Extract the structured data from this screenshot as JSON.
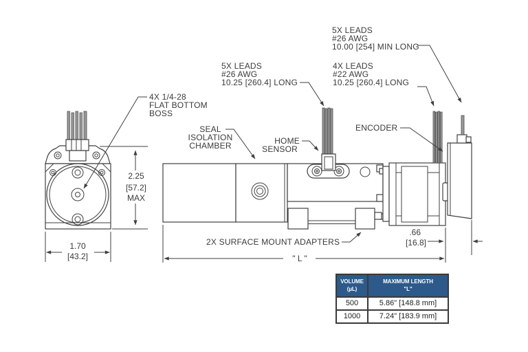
{
  "colors": {
    "line": "#3f3f3f",
    "lead_gray": "#9a9a9a",
    "table_header_bg": "#2d5a8a",
    "table_header_text": "#ffffff"
  },
  "labels": {
    "boss": [
      "4X 1/4-28",
      "FLAT BOTTOM",
      "BOSS"
    ],
    "seal_chamber": [
      "SEAL",
      "ISOLATION",
      "CHAMBER"
    ],
    "home_sensor": [
      "HOME",
      "SENSOR"
    ],
    "encoder": "ENCODER",
    "leads_seal": [
      "5X LEADS",
      "#26 AWG",
      "10.25 [260.4] LONG"
    ],
    "leads_motor": [
      "4X LEADS",
      "#22 AWG",
      "10.25 [260.4] LONG"
    ],
    "leads_encoder_top": [
      "5X LEADS",
      "#26 AWG",
      "10.00 [254] MIN LONG"
    ],
    "adapters": "2X SURFACE MOUNT ADAPTERS"
  },
  "dimensions": {
    "height": [
      "2.25",
      "[57.2]",
      "MAX"
    ],
    "width": [
      "1.70",
      "[43.2]"
    ],
    "encoder_depth": [
      ".66",
      "[16.8]"
    ],
    "overall_length": "\" L \""
  },
  "table": {
    "header": {
      "volume": [
        "VOLUME",
        "(µL)"
      ],
      "max_length": [
        "MAXIMUM LENGTH",
        "\"L\""
      ]
    },
    "rows": [
      {
        "volume": "500",
        "max_length": "5.86\" [148.8 mm]"
      },
      {
        "volume": "1000",
        "max_length": "7.24\" [183.9 mm]"
      }
    ]
  }
}
